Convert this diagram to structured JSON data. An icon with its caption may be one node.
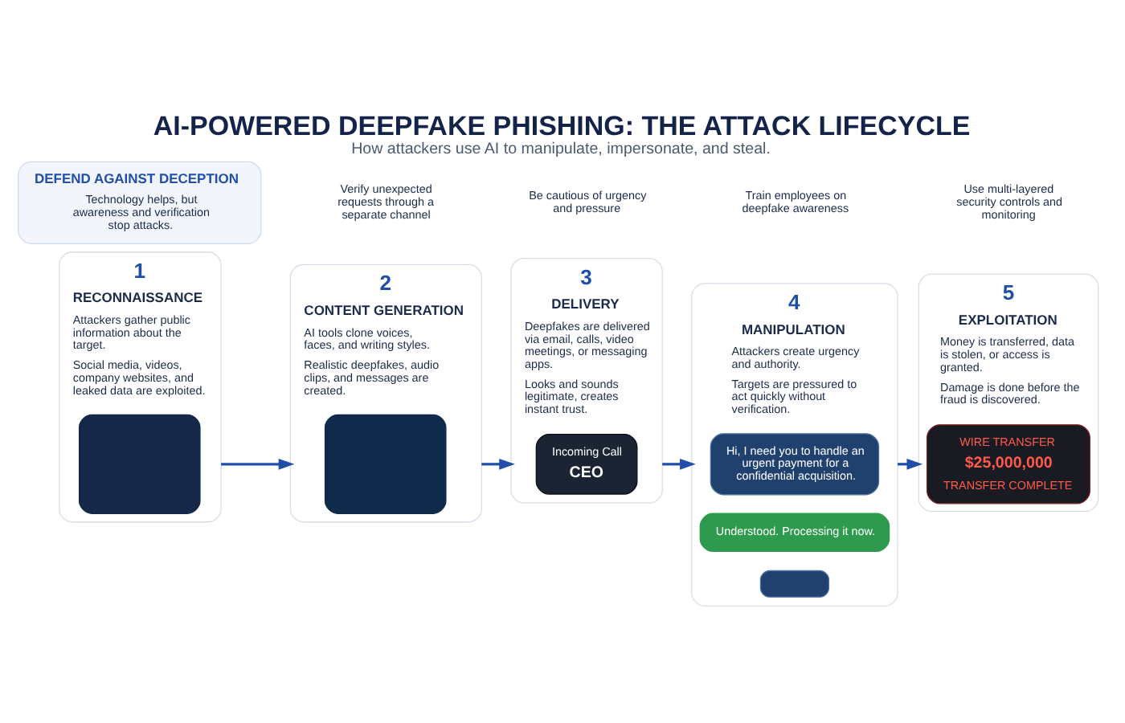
{
  "diagram": {
    "title": "AI-POWERED DEEPFAKE PHISHING: THE ATTACK LIFECYCLE",
    "caption": "How attackers use AI to manipulate, impersonate, and steal.",
    "nodes": [
      {
        "text": [
          "1",
          "RECONNAISSANCE",
          "Attackers gather public information about the target.",
          "Social media, videos, company websites, and leaked data are exploited."
        ]
      },
      {
        "text": [],
        "shape": "box",
        "in": 0
      },
      {
        "text": [
          "2",
          "CONTENT GENERATION",
          "AI tools clone voices, faces, and writing styles.",
          "Realistic deepfakes, audio clips, and messages are created."
        ]
      },
      {
        "text": [],
        "shape": "box",
        "in": 2
      },
      {
        "text": [
          "3",
          "DELIVERY",
          "Deepfakes are delivered via email, calls, video meetings, or messaging apps.",
          "Looks and sounds legitimate, creates instant trust."
        ]
      },
      {
        "text": [
          "Incoming Call",
          "CEO"
        ],
        "in": 4
      },
      {
        "text": [
          "4",
          "MANIPULATION",
          "Attackers create urgency and authority.",
          "Targets are pressured to act quickly without verification."
        ]
      },
      {
        "text": [
          "Hi, I need you to handle an urgent payment for a confidential acquisition."
        ],
        "in": 6
      },
      {
        "text": [
          "Understood. Processing it now."
        ],
        "in": 6
      },
      {
        "text": [],
        "shape": "box",
        "in": 6
      },
      {
        "text": [
          "5",
          "EXPLOITATION",
          "Money is transferred, data is stolen, or access is granted.",
          "Damage is done before the fraud is discovered."
        ]
      },
      {
        "text": [
          "WIRE TRANSFER",
          "$25,000,000",
          "TRANSFER COMPLETE"
        ],
        "in": 10
      },
      {
        "text": [
          "DEFEND AGAINST DECEPTION",
          "Technology helps, but awareness and verification stop attacks."
        ]
      }
    ],
    "edges": [
      {
        "from": 0,
        "to": 2,
        "arrow": "to"
      },
      {
        "from": 2,
        "to": 4,
        "arrow": "to"
      },
      {
        "from": 4,
        "to": 6,
        "arrow": "to"
      },
      {
        "from": 6,
        "to": 10,
        "arrow": "to"
      }
    ],
    "labels": [
      "Verify unexpected requests through a separate channel",
      "Be cautious of urgency and pressure",
      "Train employees on deepfake awareness",
      "Use multi-layered security controls and monitoring"
    ]
  }
}
